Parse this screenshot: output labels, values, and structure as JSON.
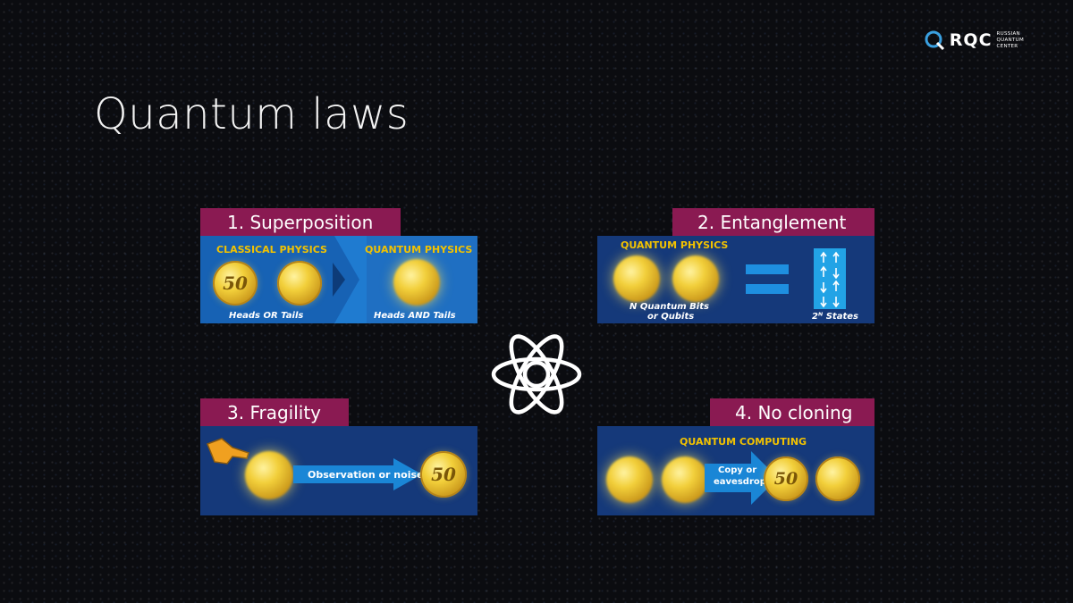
{
  "slide": {
    "title": "Quantum laws",
    "logo": {
      "abbr": "RQC",
      "line1": "RUSSIAN",
      "line2": "QUANTUM",
      "line3": "CENTER"
    }
  },
  "sections": {
    "superposition": {
      "tag": "1. Superposition",
      "classical_label": "CLASSICAL PHYSICS",
      "quantum_label": "QUANTUM PHYSICS",
      "classical_caption": "Heads OR Tails",
      "quantum_caption": "Heads AND Tails",
      "coin_value": "50"
    },
    "entanglement": {
      "tag": "2. Entanglement",
      "quantum_label": "QUANTUM PHYSICS",
      "qubits_caption_line1": "N Quantum Bits",
      "qubits_caption_line2": "or Qubits",
      "states_caption": "2ᴺ States"
    },
    "fragility": {
      "tag": "3. Fragility",
      "arrow_text": "Observation or noise",
      "coin_value": "50"
    },
    "no_cloning": {
      "tag": "4. No cloning",
      "computing_label": "QUANTUM COMPUTING",
      "arrow_text_line1": "Copy or",
      "arrow_text_line2": "eavesdrop",
      "coin_value": "50"
    }
  },
  "colors": {
    "tag_bg": "#8a1a52",
    "panel_bg": "#15397a",
    "accent_blue": "#1b78c9",
    "label_yellow": "#f2c200"
  },
  "icons": [
    "rqc-logo-icon",
    "atom-icon",
    "pointing-hand-icon",
    "arrow-right-icon",
    "equals-icon",
    "qubit-arrows-icon"
  ]
}
